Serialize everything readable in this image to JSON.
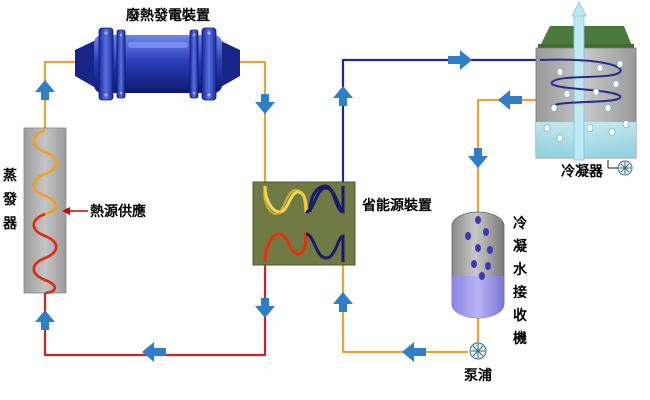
{
  "labels": {
    "generator": "廢熱發電裝置",
    "evaporator": "蒸發器",
    "heat_source": "熱源供應",
    "economizer": "省能源裝置",
    "condenser": "冷凝器",
    "receiver": "冷凝水接收機",
    "pump": "泵浦"
  },
  "colors": {
    "pipe_hot": "#e8a33a",
    "pipe_red": "#cc2222",
    "pipe_blue": "#1a2a8c",
    "arrow": "#2f7fc8",
    "equipment_gray": "#aaaaaa",
    "economizer_green": "#6f7a45",
    "generator_blue": "#2233aa",
    "heat_source_arrow": "#cc0000"
  },
  "icons": [
    "pump-icon",
    "fan-icon",
    "flow-arrow-icon",
    "coil-icon"
  ]
}
